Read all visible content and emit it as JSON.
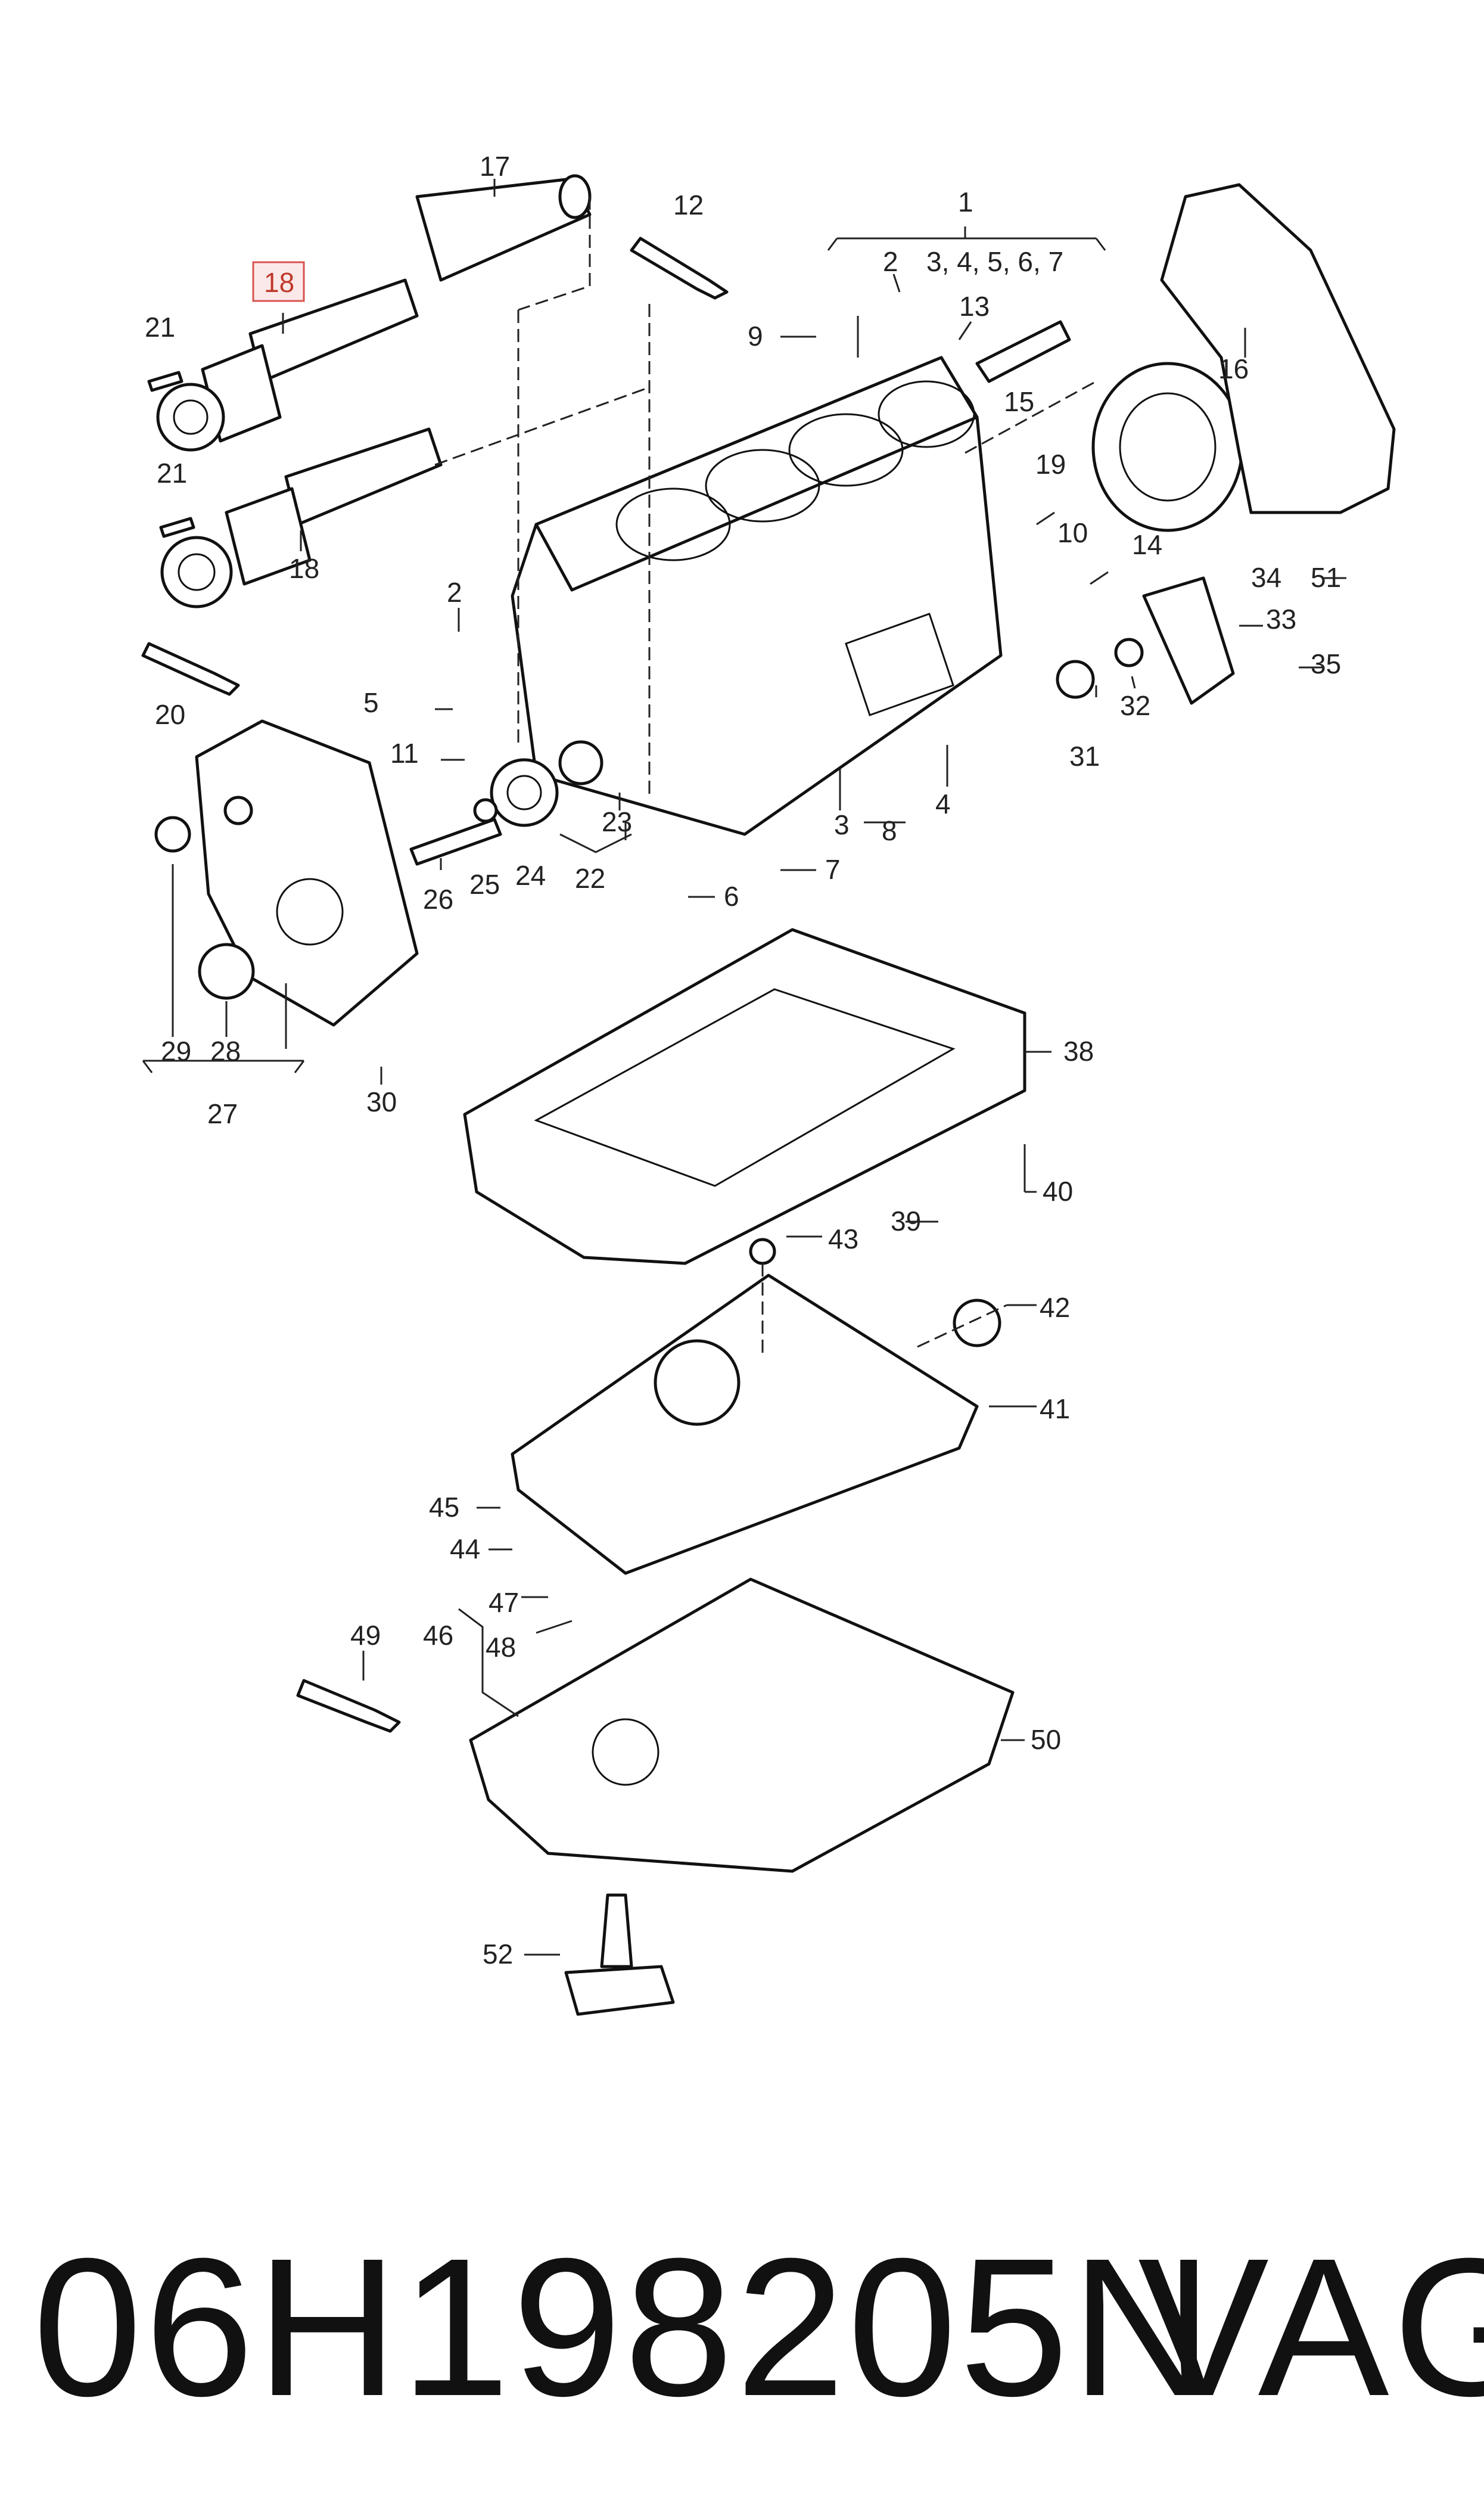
{
  "diagram": {
    "callouts": {
      "c1": "1",
      "c1_sub": "3, 4, 5, 6, 7",
      "c2a": "2",
      "c2b": "2",
      "c3": "3",
      "c4": "4",
      "c5": "5",
      "c6": "6",
      "c7": "7",
      "c8": "8",
      "c9": "9",
      "c10": "10",
      "c11": "11",
      "c12": "12",
      "c13": "13",
      "c14": "14",
      "c15": "15",
      "c16": "16",
      "c17": "17",
      "c18_highlight": "18",
      "c18": "18",
      "c19": "19",
      "c20": "20",
      "c21a": "21",
      "c21b": "21",
      "c22": "22",
      "c23": "23",
      "c24": "24",
      "c25": "25",
      "c26": "26",
      "c27": "27",
      "c28": "28",
      "c29": "29",
      "c30": "30",
      "c31": "31",
      "c32": "32",
      "c33": "33",
      "c34": "34",
      "c35": "35",
      "c38": "38",
      "c39": "39",
      "c40": "40",
      "c41": "41",
      "c42": "42",
      "c43": "43",
      "c44": "44",
      "c45": "45",
      "c46": "46",
      "c47": "47",
      "c48": "48",
      "c49": "49",
      "c50": "50",
      "c51": "51",
      "c52": "52"
    },
    "highlight_color": "#d9534f"
  },
  "footer": {
    "part_number": "06H198205N",
    "brand": "VAG"
  }
}
